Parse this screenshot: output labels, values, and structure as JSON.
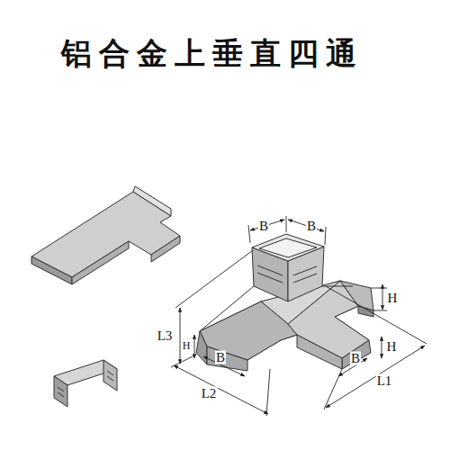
{
  "diagram": {
    "title": "铝合金上垂直四通",
    "labels": [
      "B",
      "B",
      "H",
      "L3",
      "H",
      "B",
      "B",
      "H",
      "L2",
      "L1"
    ]
  }
}
